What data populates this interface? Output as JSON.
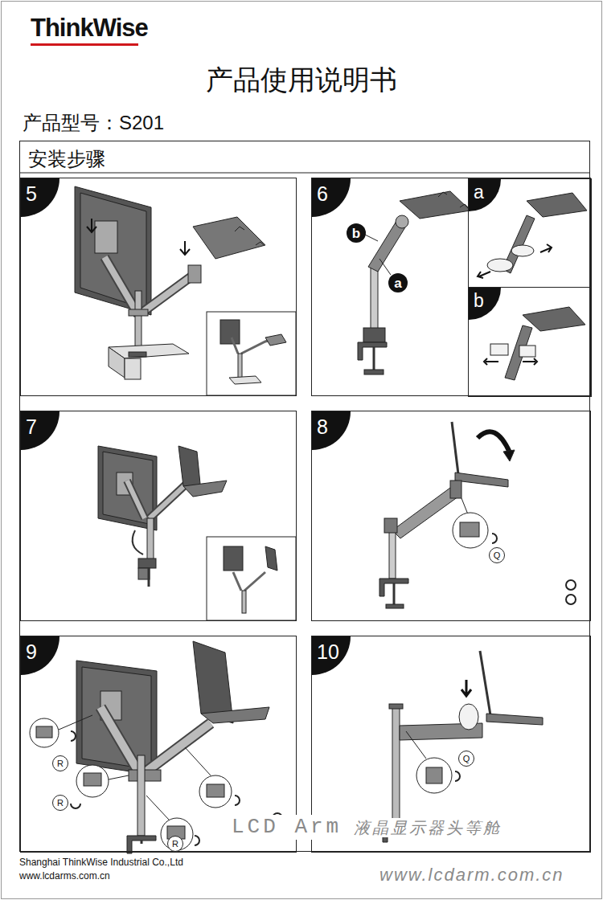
{
  "diagram": {
    "title": "产品使用说明书",
    "nodes": [
      {
        "text": [
          "安装步骤"
        ]
      },
      {
        "text": [
          "5"
        ],
        "in": 0
      },
      {
        "text": [
          "6"
        ],
        "in": 0
      },
      {
        "text": [
          "b"
        ],
        "in": 2
      },
      {
        "text": [
          "a"
        ],
        "in": 2
      },
      {
        "text": [
          "a"
        ],
        "in": 2
      },
      {
        "text": [
          "b"
        ],
        "in": 2
      },
      {
        "text": [
          "7"
        ],
        "in": 0
      },
      {
        "text": [
          "8"
        ],
        "in": 0
      },
      {
        "text": [
          "Q"
        ],
        "in": 8
      },
      {
        "text": [
          "9"
        ],
        "in": 0
      },
      {
        "text": [
          "R"
        ],
        "in": 10
      },
      {
        "text": [
          "R"
        ],
        "in": 10
      },
      {
        "text": [
          "R"
        ],
        "in": 10
      },
      {
        "text": [
          "10"
        ],
        "in": 0
      },
      {
        "text": [
          "Q"
        ],
        "in": 14
      }
    ],
    "labels": [
      "ThinkWise",
      "产品型号：S201",
      "LCD Arm",
      "液晶显示器头等舱",
      "Shanghai ThinkWise Industrial Co.,Ltd",
      "www.lcdarms.com.cn",
      "www.lcdarm.com.cn"
    ]
  }
}
